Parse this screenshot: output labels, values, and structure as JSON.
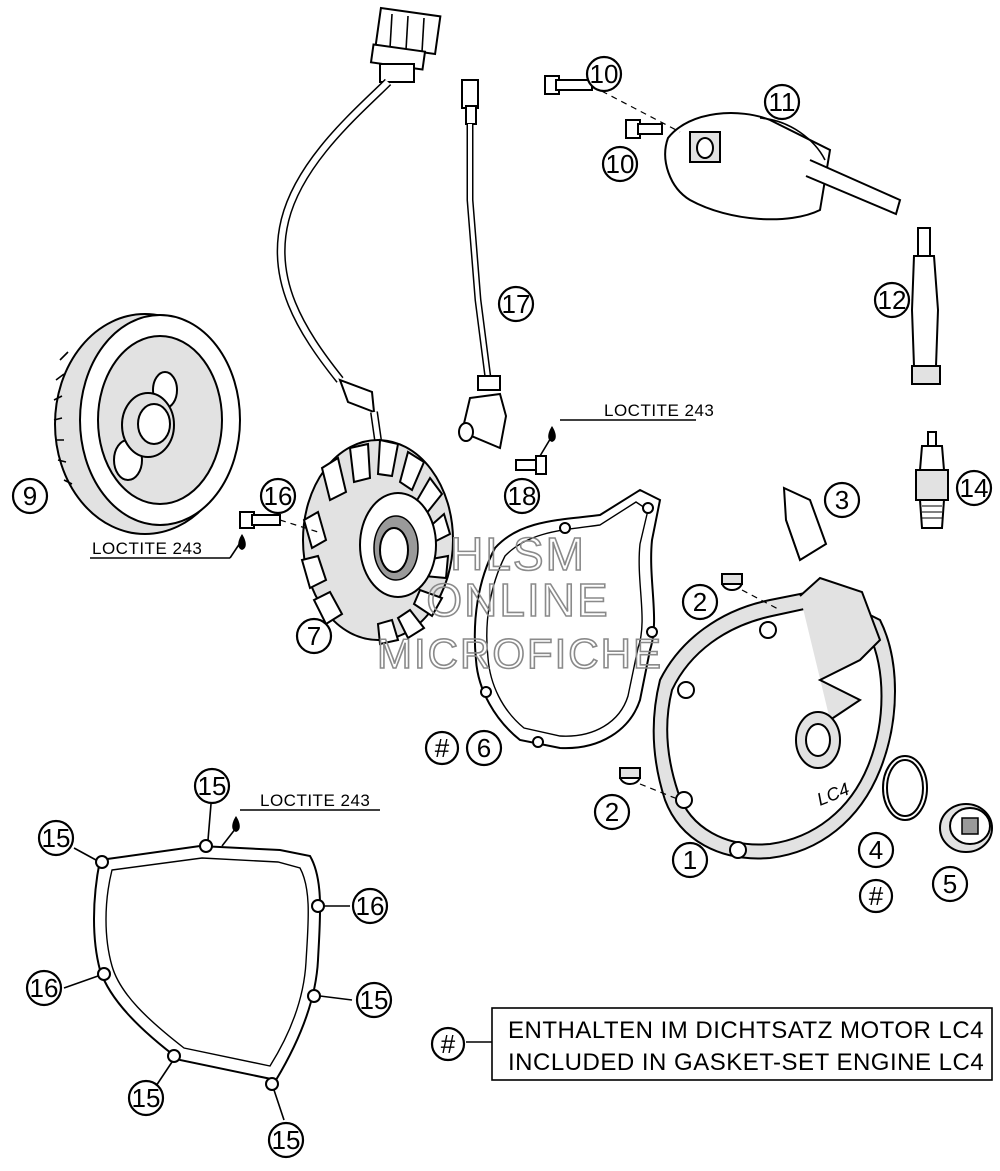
{
  "callouts": [
    {
      "id": "c1",
      "label": "1"
    },
    {
      "id": "c2a",
      "label": "2"
    },
    {
      "id": "c2b",
      "label": "2"
    },
    {
      "id": "c3",
      "label": "3"
    },
    {
      "id": "c4",
      "label": "4"
    },
    {
      "id": "c4h",
      "label": "#"
    },
    {
      "id": "c5",
      "label": "5"
    },
    {
      "id": "c6h",
      "label": "#"
    },
    {
      "id": "c6",
      "label": "6"
    },
    {
      "id": "c7",
      "label": "7"
    },
    {
      "id": "c9",
      "label": "9"
    },
    {
      "id": "c10a",
      "label": "10"
    },
    {
      "id": "c10b",
      "label": "10"
    },
    {
      "id": "c11",
      "label": "11"
    },
    {
      "id": "c12",
      "label": "12"
    },
    {
      "id": "c14",
      "label": "14"
    },
    {
      "id": "c15a",
      "label": "15"
    },
    {
      "id": "c15b",
      "label": "15"
    },
    {
      "id": "c15c",
      "label": "15"
    },
    {
      "id": "c15d",
      "label": "15"
    },
    {
      "id": "c15e",
      "label": "15"
    },
    {
      "id": "c16a",
      "label": "16"
    },
    {
      "id": "c16b",
      "label": "16"
    },
    {
      "id": "c16c",
      "label": "16"
    },
    {
      "id": "c17",
      "label": "17"
    },
    {
      "id": "c18",
      "label": "18"
    }
  ],
  "loctite": {
    "top": "LOCTITE 243",
    "left": "LOCTITE 243",
    "bottom": "LOCTITE 243"
  },
  "legend": {
    "symbol": "#",
    "line1": "ENTHALTEN IM DICHTSATZ MOTOR LC4",
    "line2": "INCLUDED IN GASKET-SET ENGINE LC4"
  },
  "watermark": {
    "line1": "HLSM",
    "line2": "ONLINE",
    "line3": "MICROFICHE"
  },
  "cover_logo": "LC4"
}
